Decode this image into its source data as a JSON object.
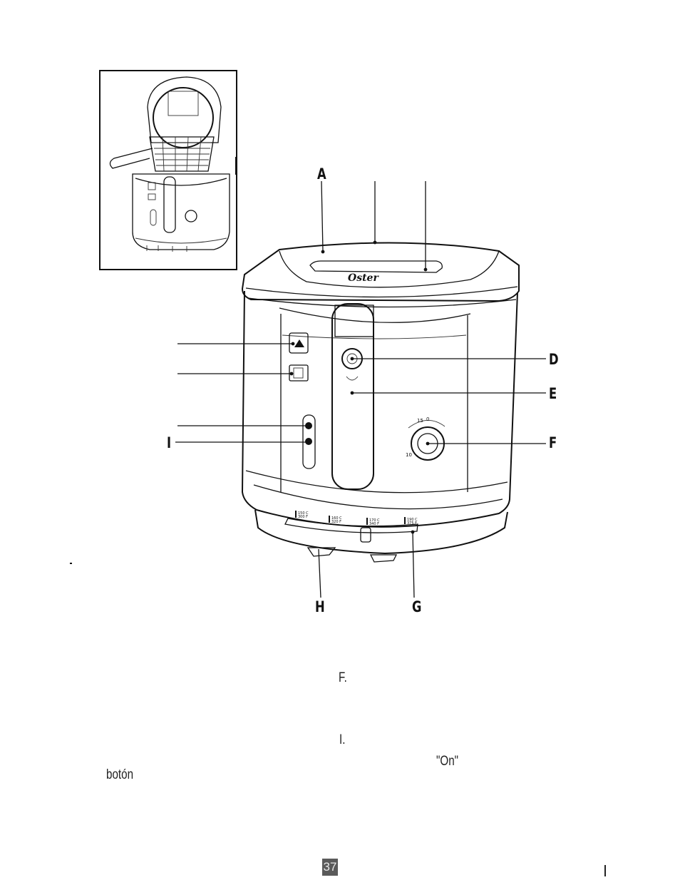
{
  "callouts": {
    "a": "A",
    "d": "D",
    "e": "E",
    "f": "F",
    "i": "I",
    "h": "H",
    "g": "G"
  },
  "text_fragments": {
    "f_label": "F.",
    "i_label": "I.",
    "on_quote": "\"On\"",
    "boton": "botón"
  },
  "logo_text": "Oster",
  "thermostat_scale": {
    "t1": "150 C / 300 F",
    "t2": "160 C / 320 F",
    "t3": "170 C / 340 F",
    "t4": "190 C / 375 F"
  },
  "timer_ticks": [
    "15",
    "0",
    "10"
  ],
  "page_number": "37",
  "colors": {
    "ink": "#111111",
    "page_badge": "#5a5a5a"
  }
}
